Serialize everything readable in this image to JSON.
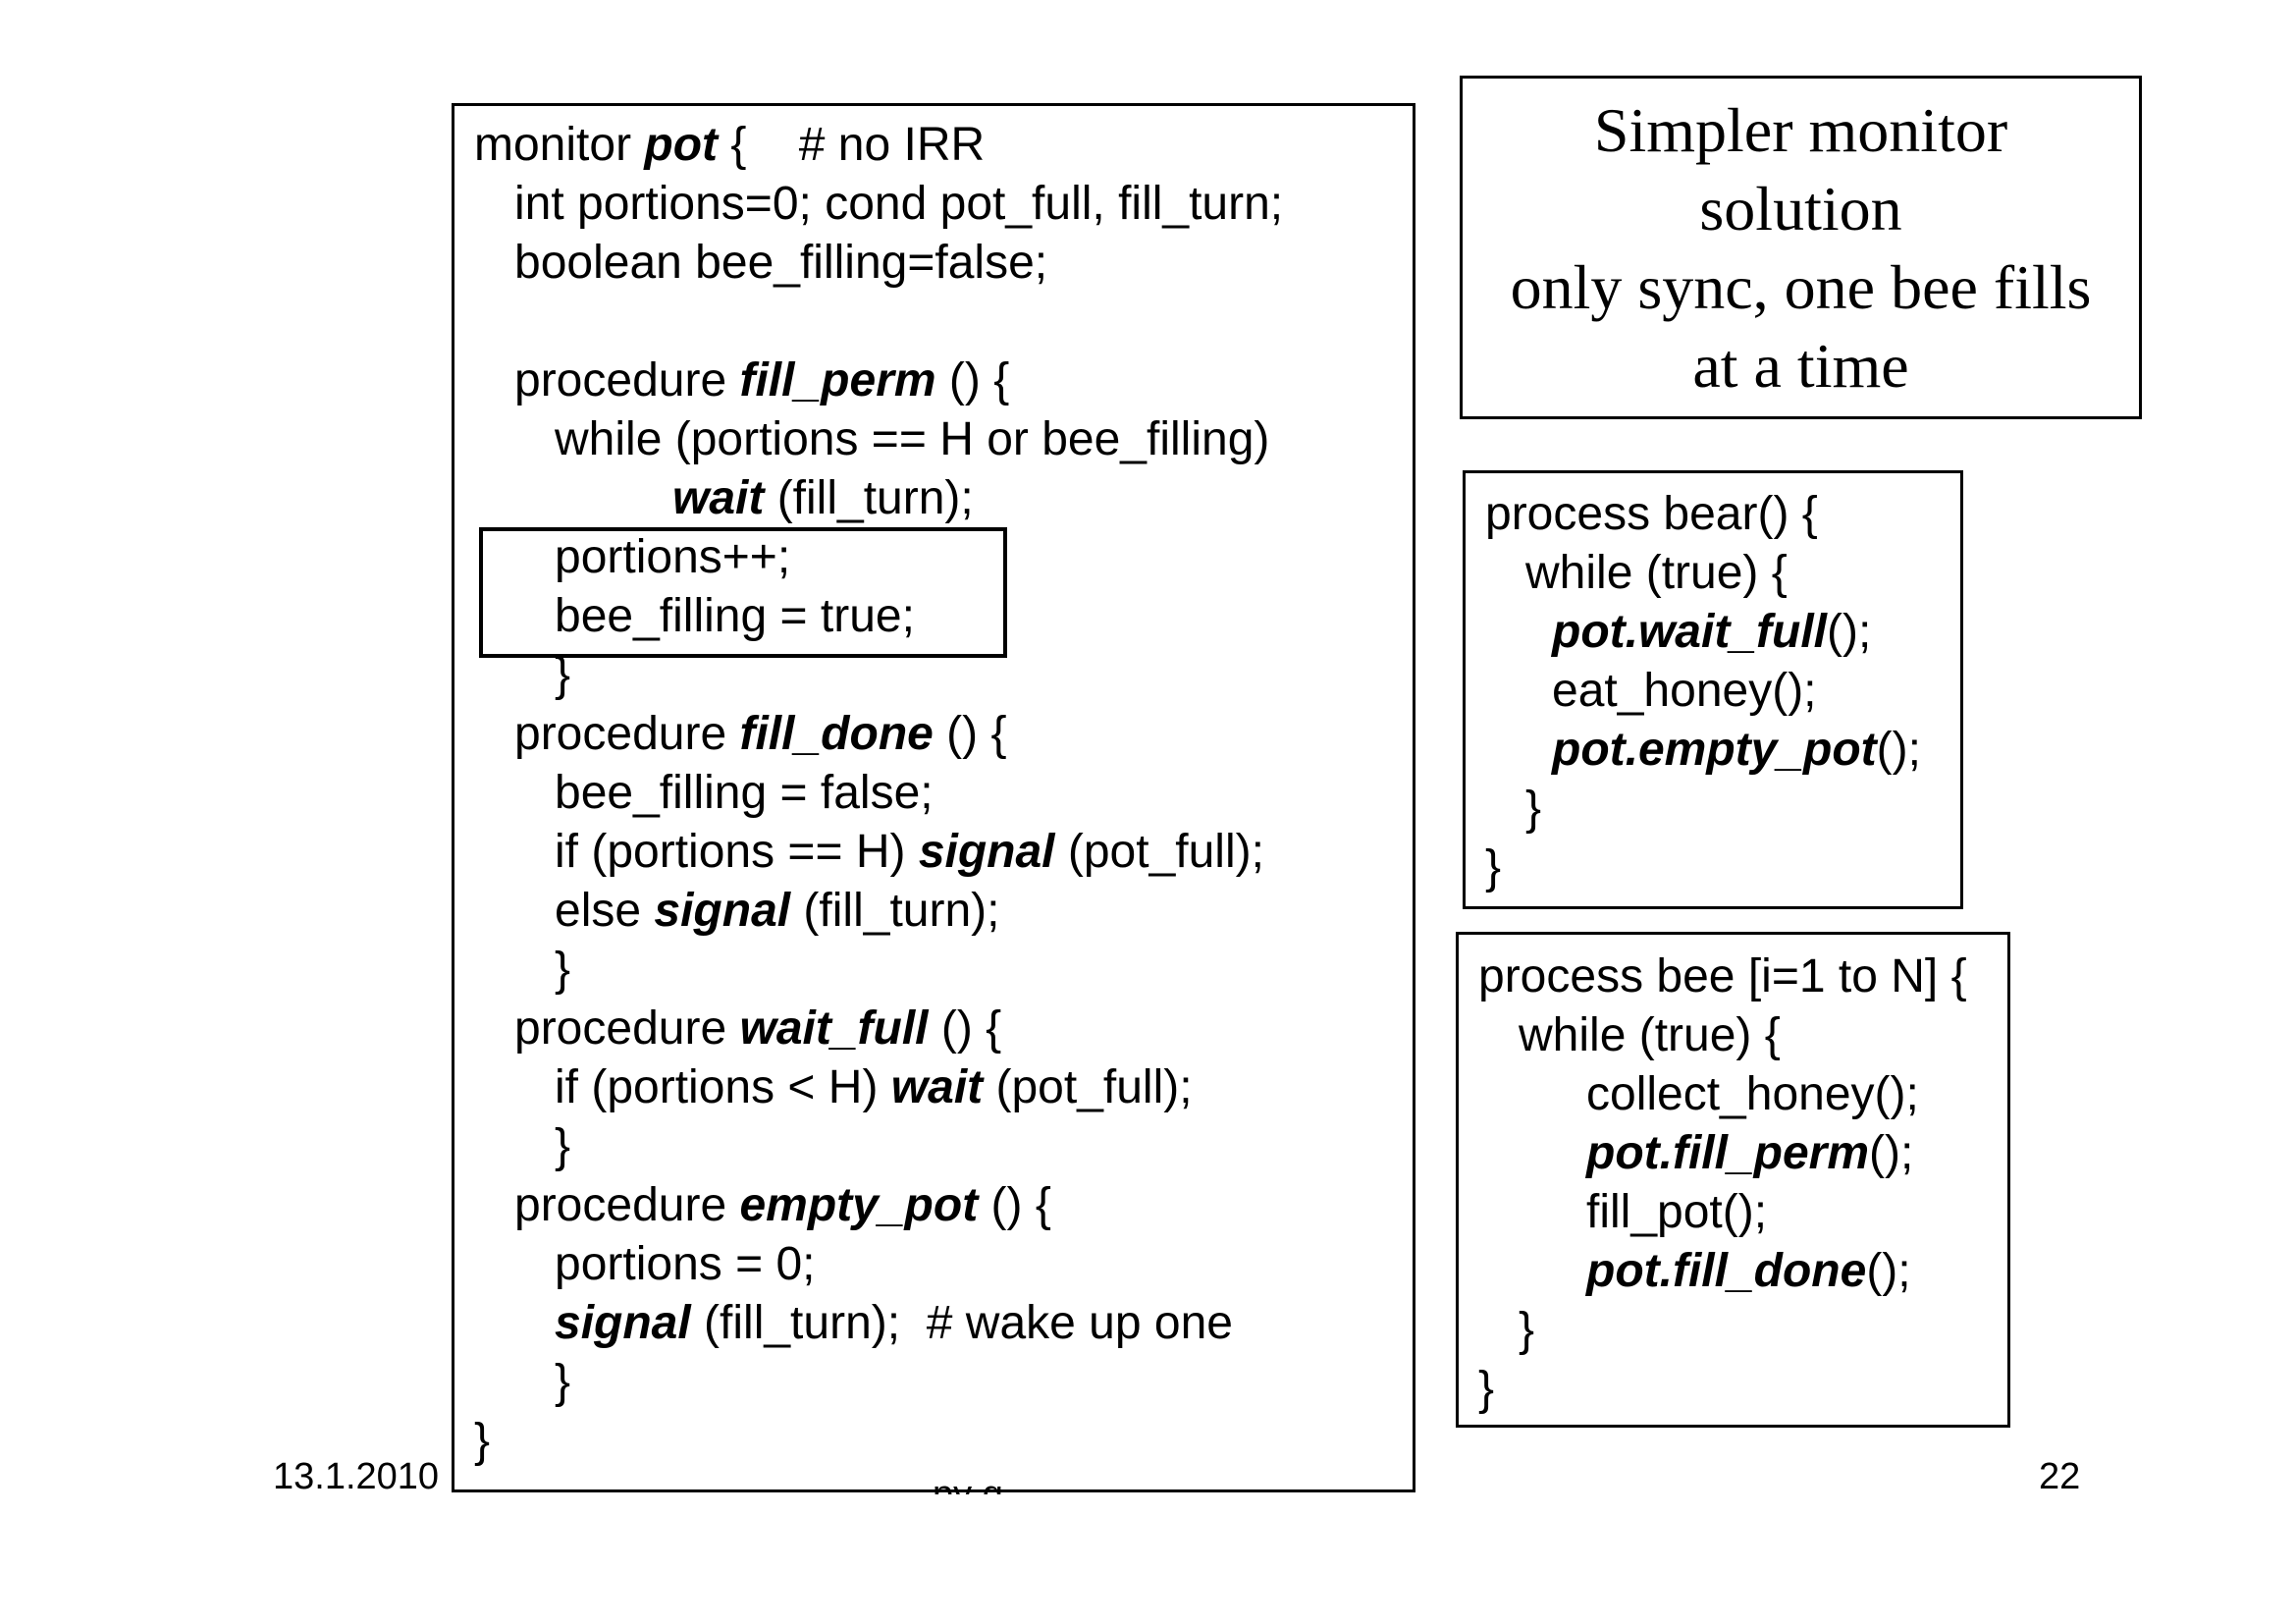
{
  "slide": {
    "date": "13.1.2010",
    "page_number": "22",
    "footer_fragment": "py g"
  },
  "title_box": {
    "lines": [
      "Simpler monitor",
      "solution",
      "only sync, one bee fills",
      "at a time"
    ]
  },
  "monitor": {
    "l0_a": "monitor ",
    "l0_b": "pot",
    "l0_c": " {    # no IRR",
    "l1": "int portions=0; cond pot_full, fill_turn;",
    "l2": "boolean bee_filling=false;",
    "l3_a": "procedure ",
    "l3_b": "fill_perm",
    "l3_c": " () {",
    "l4": "while (portions == H or bee_filling)",
    "l5_a": "wait",
    "l5_b": " (fill_turn);",
    "l6": "portions++;",
    "l7": "bee_filling = true;",
    "l8": "}",
    "l9_a": "procedure ",
    "l9_b": "fill_done",
    "l9_c": " () {",
    "l10": "bee_filling = false;",
    "l11_a": "if (portions == H) ",
    "l11_b": "signal",
    "l11_c": " (pot_full);",
    "l12_a": "else ",
    "l12_b": "signal",
    "l12_c": " (fill_turn);",
    "l13": "}",
    "l14_a": "procedure ",
    "l14_b": "wait_full",
    "l14_c": " () {",
    "l15_a": "if (portions < H) ",
    "l15_b": "wait",
    "l15_c": " (pot_full);",
    "l16": "}",
    "l17_a": "procedure ",
    "l17_b": "empty_pot",
    "l17_c": " () {",
    "l18": "portions = 0;",
    "l19_a": "signal",
    "l19_b": " (fill_turn);  # wake up one",
    "l20": "}",
    "l21": "}"
  },
  "bear": {
    "l0": "process bear() {",
    "l1": "while (true) {",
    "l2_a": "pot.wait_full",
    "l2_b": "();",
    "l3": "eat_honey();",
    "l4_a": "pot.empty_pot",
    "l4_b": "();",
    "l5": "}",
    "l6": "}"
  },
  "bee": {
    "l0": "process bee [i=1 to N] {",
    "l1": "while (true) {",
    "l2": "collect_honey();",
    "l3_a": "pot.fill_perm",
    "l3_b": "();",
    "l4": "fill_pot();",
    "l5_a": "pot.fill_done",
    "l5_b": "();",
    "l6": "}",
    "l7": "}"
  }
}
